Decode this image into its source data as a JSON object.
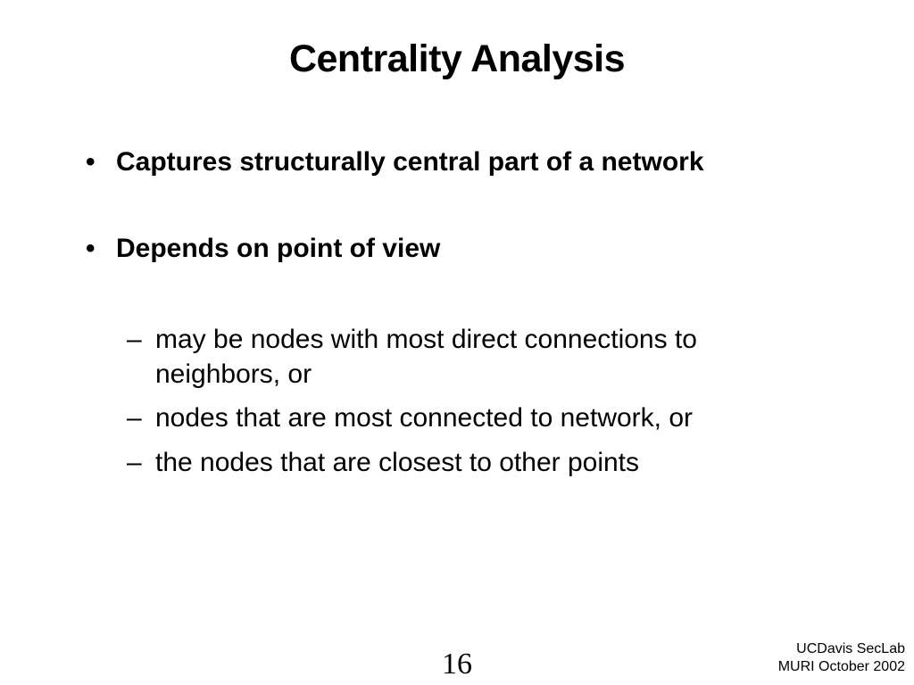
{
  "slide": {
    "title": "Centrality Analysis",
    "bullets": [
      {
        "marker": "•",
        "text": "Captures structurally central part of a network"
      },
      {
        "marker": "•",
        "text": "Depends on point of view"
      }
    ],
    "sub_bullets": [
      {
        "marker": "–",
        "text": "may be nodes with most direct connections to neighbors, or"
      },
      {
        "marker": "–",
        "text": "nodes that are most connected to network, or"
      },
      {
        "marker": "–",
        "text": "the nodes that are closest to other points"
      }
    ],
    "page_number": "16",
    "footer": {
      "line1": "UCDavis SecLab",
      "line2": "MURI October 2002"
    }
  }
}
